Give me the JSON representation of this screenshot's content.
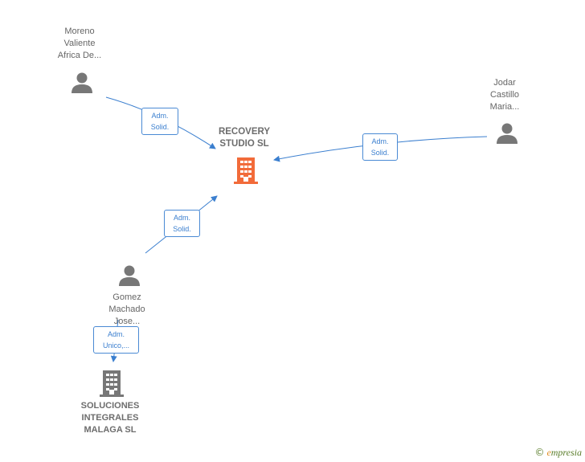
{
  "nodes": {
    "recovery": {
      "type": "company",
      "highlight": true,
      "lines": [
        "RECOVERY",
        "STUDIO  SL"
      ],
      "color": "#f26b3a"
    },
    "soluciones": {
      "type": "company",
      "highlight": false,
      "lines": [
        "SOLUCIONES",
        "INTEGRALES",
        "MALAGA  SL"
      ],
      "color": "#777777"
    },
    "moreno": {
      "type": "person",
      "lines": [
        "Moreno",
        "Valiente",
        "Africa De..."
      ]
    },
    "jodar": {
      "type": "person",
      "lines": [
        "Jodar",
        "Castillo",
        "Maria..."
      ]
    },
    "gomez": {
      "type": "person",
      "lines": [
        "Gomez",
        "Machado",
        "Jose..."
      ]
    }
  },
  "edges": {
    "moreno_recovery": {
      "lines": [
        "Adm.",
        "Solid."
      ]
    },
    "jodar_recovery": {
      "lines": [
        "Adm.",
        "Solid."
      ]
    },
    "gomez_recovery": {
      "lines": [
        "Adm.",
        "Solid."
      ]
    },
    "gomez_soluciones": {
      "lines": [
        "Adm.",
        "Unico,..."
      ]
    }
  },
  "colors": {
    "edge": "#3b7fcf",
    "person": "#777777",
    "company_main": "#f26b3a",
    "company": "#777777"
  },
  "brand": {
    "copyright": "©",
    "name_first": "e",
    "name_rest": "mpresia"
  }
}
